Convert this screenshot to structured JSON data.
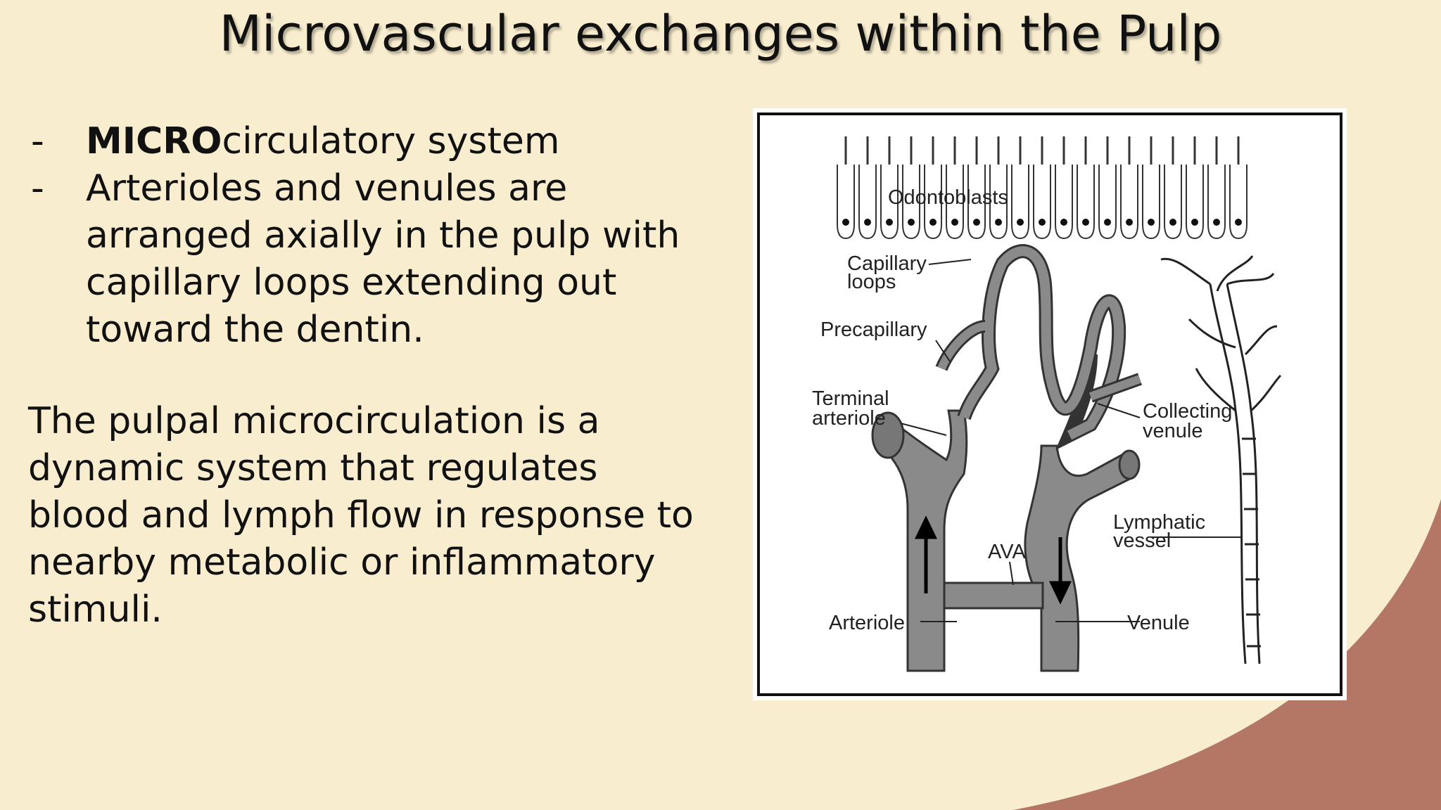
{
  "slide": {
    "title": "Microvascular exchanges within the Pulp",
    "bullets": [
      {
        "marker": "-",
        "bold": "MICRO",
        "text": "circulatory system"
      },
      {
        "marker": "-",
        "bold": "",
        "text": "Arterioles and venules are arranged axially in the pulp with capillary loops extending out toward the dentin."
      }
    ],
    "paragraph": "The pulpal microcirculation is a dynamic system that regulates blood and lymph flow in response to nearby metabolic or inflammatory stimuli."
  },
  "figure": {
    "labels": {
      "odontoblasts": "Odontoblasts",
      "capillary_1": "Capillary",
      "capillary_2": "loops",
      "precapillary": "Precapillary",
      "terminal_1": "Terminal",
      "terminal_2": "arteriole",
      "collecting_1": "Collecting",
      "collecting_2": "venule",
      "lymphatic_1": "Lymphatic",
      "lymphatic_2": "vessel",
      "ava": "AVA",
      "arteriole": "Arteriole",
      "venule": "Venule"
    }
  },
  "colors": {
    "background": "#f9edcf",
    "corner_arc": "#b47765",
    "vessel_fill": "#8a8a8a",
    "vessel_stroke": "#333333"
  }
}
